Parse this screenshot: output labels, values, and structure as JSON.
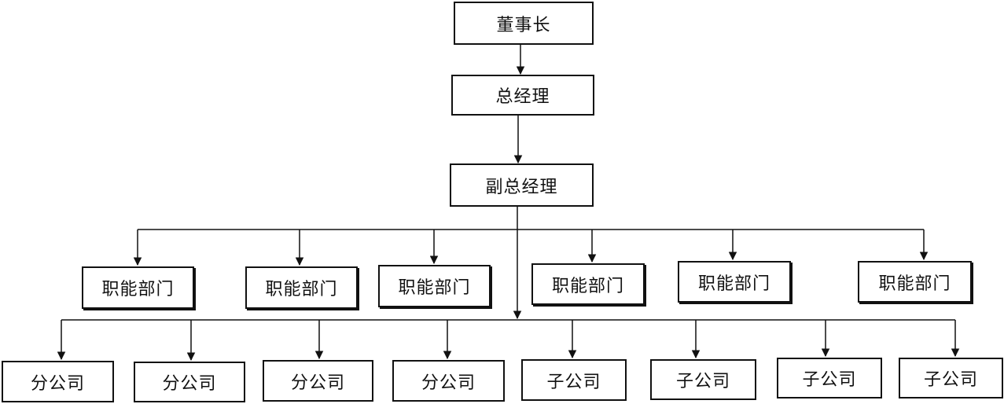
{
  "org_chart": {
    "chairman": "董事长",
    "general_manager": "总经理",
    "deputy_general_manager": "副总经理",
    "functional_departments": [
      "职能部门",
      "职能部门",
      "职能部门",
      "职能部门",
      "职能部门",
      "职能部门"
    ],
    "companies": [
      "分公司",
      "分公司",
      "分公司",
      "分公司",
      "子公司",
      "子公司",
      "子公司",
      "子公司"
    ]
  }
}
